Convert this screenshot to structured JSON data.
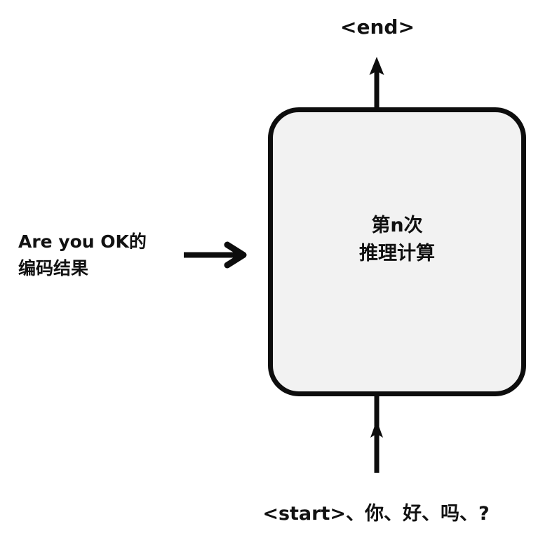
{
  "colors": {
    "background": "#ffffff",
    "box_fill": "#f2f2f2",
    "line": "#0d0d0d",
    "text": "#111111"
  },
  "diagram": {
    "end_label": "<end>",
    "box_line1": "第n次",
    "box_line2": "推理计算",
    "left_label_line1": "Are you OK的",
    "left_label_line2": "编码结果",
    "start_label": "<start>、你、好、吗、?"
  }
}
